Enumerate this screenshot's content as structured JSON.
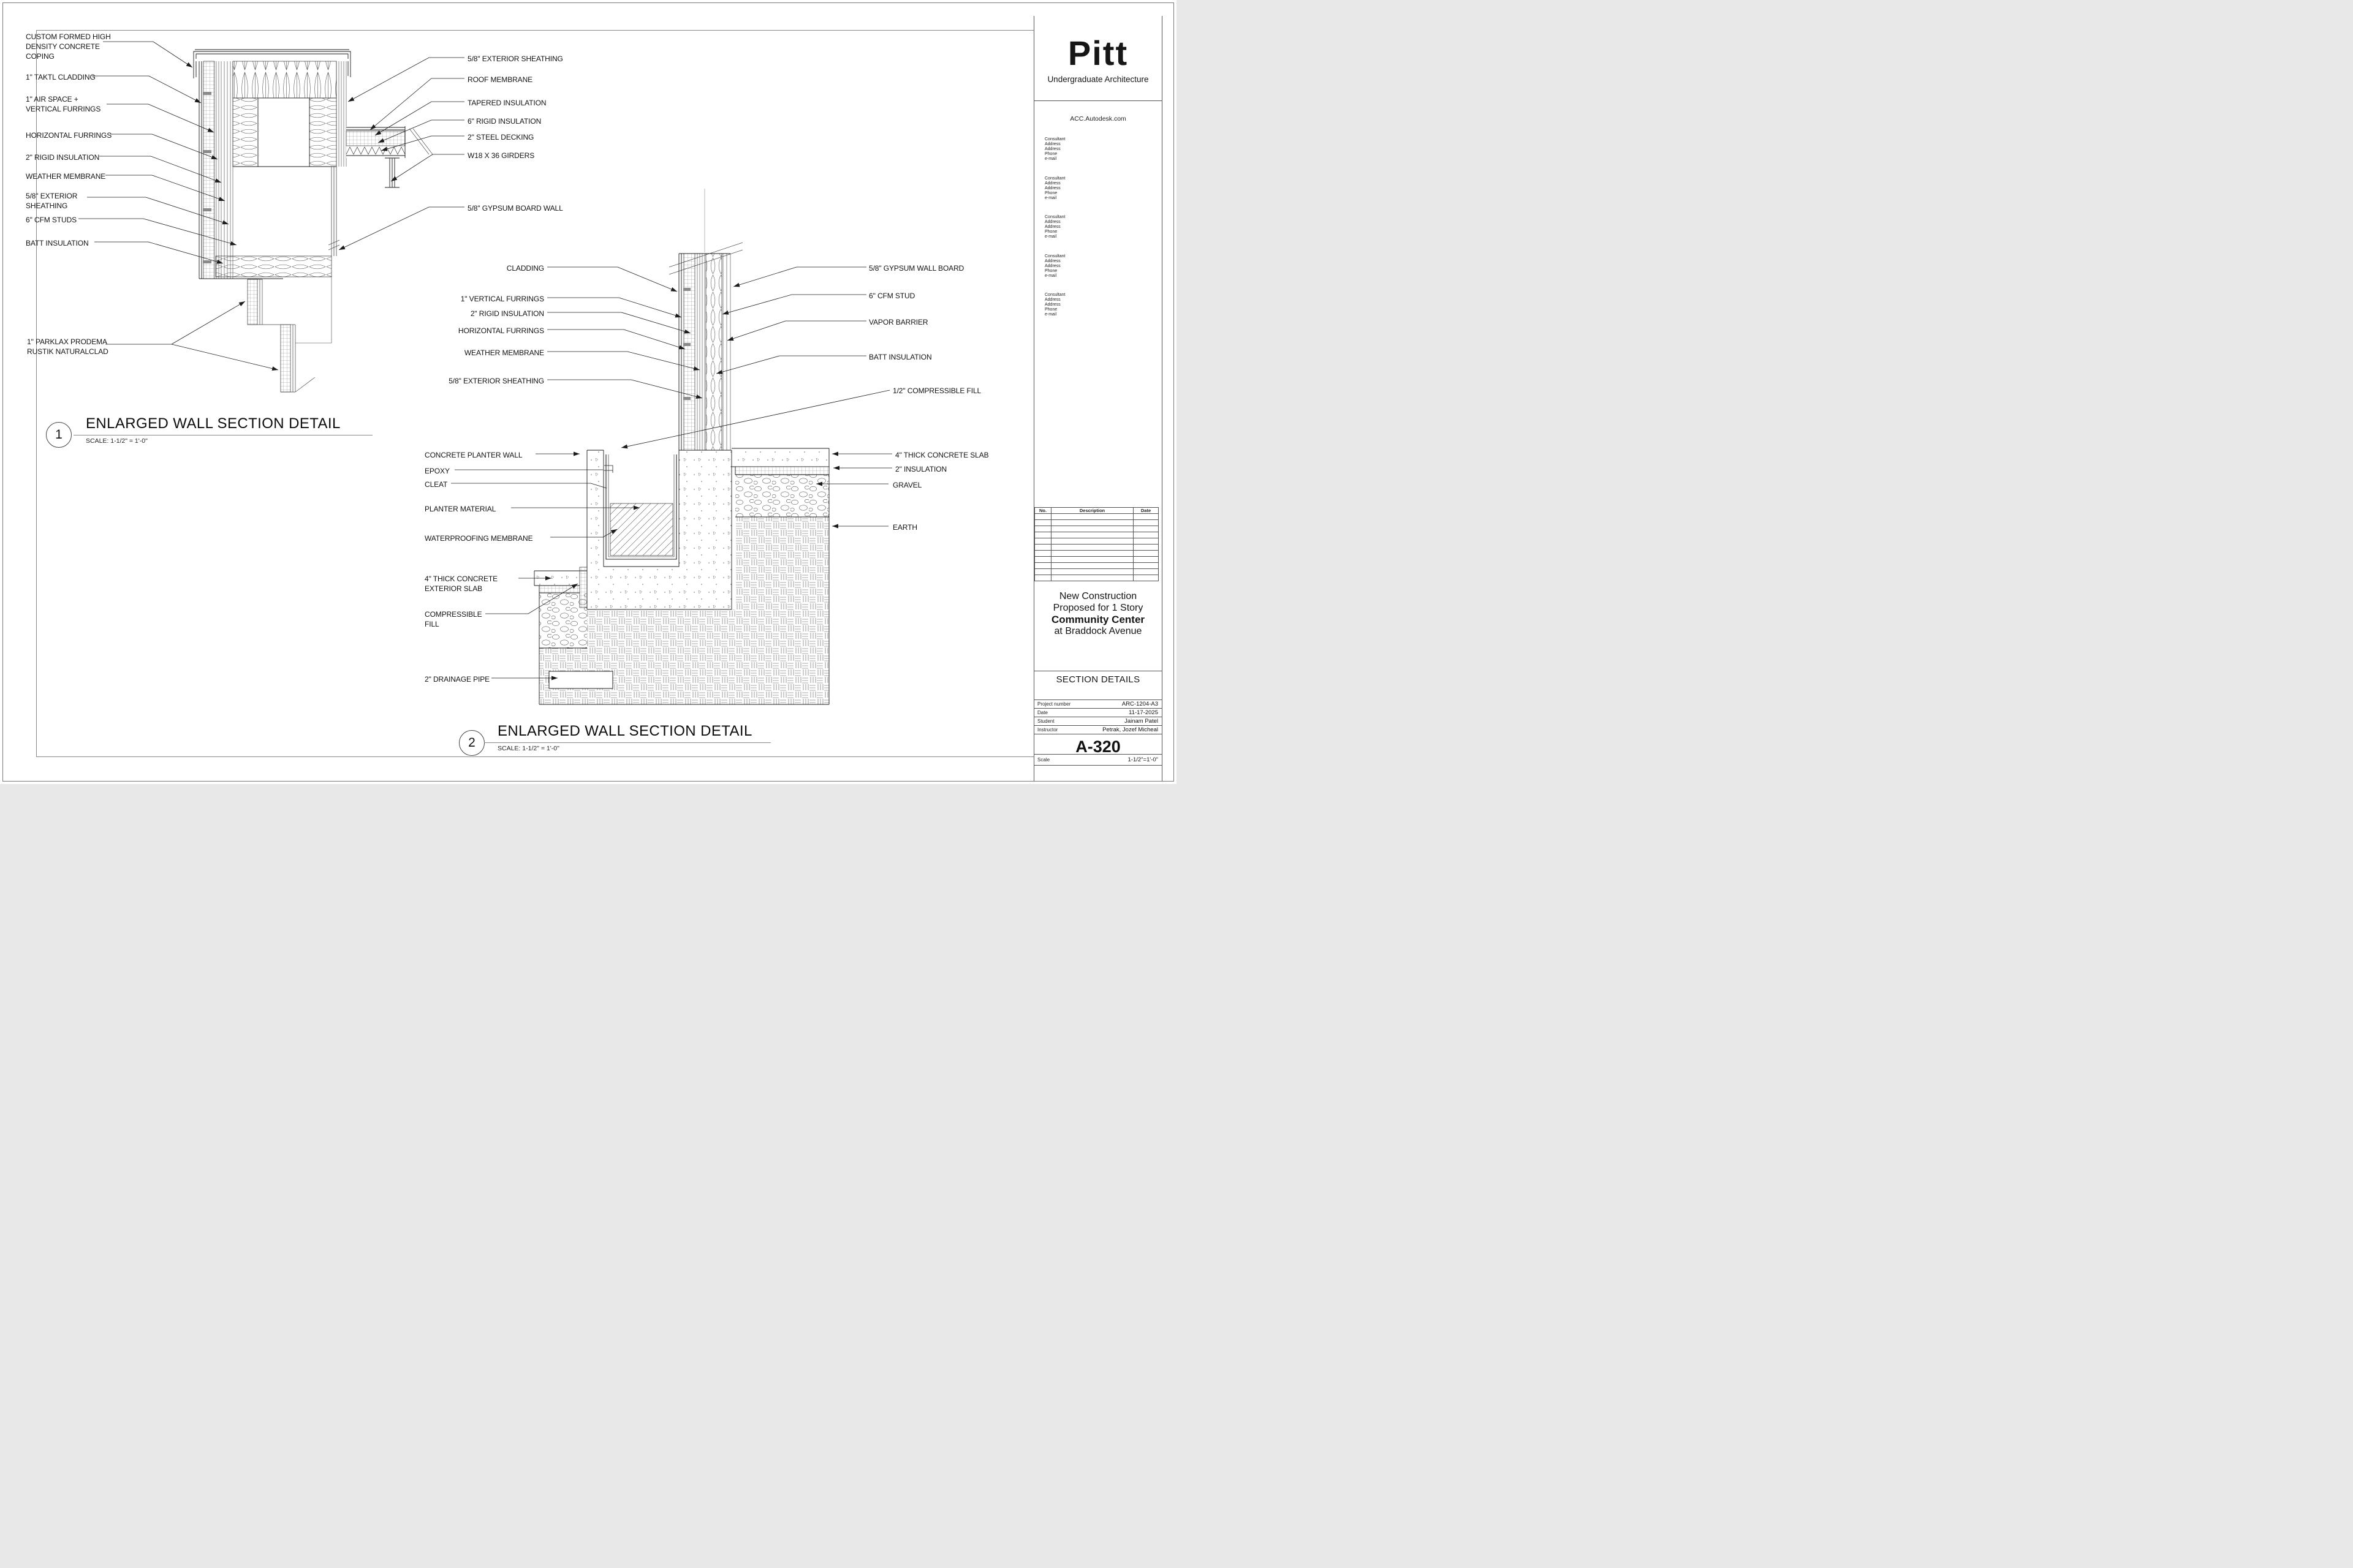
{
  "sheet": {
    "discipline": "architectural-section-details"
  },
  "detail1": {
    "number": "1",
    "title": "ENLARGED WALL SECTION DETAIL",
    "scale": "SCALE: 1-1/2\" = 1'-0\"",
    "labels_left": [
      "CUSTOM FORMED HIGH\nDENSITY CONCRETE\nCOPING",
      "1\" TAKTL CLADDING",
      "1\" AIR SPACE +\nVERTICAL FURRINGS",
      "HORIZONTAL FURRINGS",
      "2\" RIGID INSULATION",
      "WEATHER MEMBRANE",
      "5/8\" EXTERIOR\nSHEATHING",
      "6\" CFM STUDS",
      "BATT INSULATION",
      "1\" PARKLAX PRODEMA\nRUSTIK NATURALCLAD"
    ],
    "labels_right": [
      "5/8\" EXTERIOR SHEATHING",
      "ROOF MEMBRANE",
      "TAPERED INSULATION",
      "6\" RIGID INSULATION",
      "2\" STEEL DECKING",
      "W18 X 36 GIRDERS",
      "5/8\" GYPSUM BOARD WALL"
    ]
  },
  "detail2": {
    "number": "2",
    "title": "ENLARGED WALL SECTION DETAIL",
    "scale": "SCALE: 1-1/2\" = 1'-0\"",
    "labels_left_upper": [
      "CLADDING",
      "1\" VERTICAL FURRINGS",
      "2\" RIGID INSULATION",
      "HORIZONTAL FURRINGS",
      "WEATHER MEMBRANE",
      "5/8\" EXTERIOR SHEATHING"
    ],
    "labels_left_lower": [
      "CONCRETE PLANTER WALL",
      "EPOXY",
      "CLEAT",
      "PLANTER MATERIAL",
      "WATERPROOFING MEMBRANE",
      "4\" THICK CONCRETE\nEXTERIOR SLAB",
      "COMPRESSIBLE\nFILL",
      "2\" DRAINAGE PIPE"
    ],
    "labels_right": [
      "5/8\" GYPSUM WALL BOARD",
      "6\" CFM STUD",
      "VAPOR BARRIER",
      "BATT INSULATION",
      "1/2\" COMPRESSIBLE FILL",
      "4\" THICK CONCRETE SLAB",
      "2\" INSULATION",
      "GRAVEL",
      "EARTH"
    ]
  },
  "titleblock": {
    "logo": "Pitt",
    "subtitle": "Undergraduate Architecture",
    "website": "ACC.Autodesk.com",
    "consultant_block": "Consultant\nAddress\nAddress\nPhone\ne-mail",
    "revision": {
      "headers": [
        "No.",
        "Description",
        "Date"
      ]
    },
    "project_title": {
      "line1": "New Construction",
      "line2": "Proposed for 1 Story",
      "line3": "Community Center",
      "line4": "at Braddock Avenue"
    },
    "sheet_title": "SECTION DETAILS",
    "fields": [
      {
        "label": "Project number",
        "value": "ARC-1204-A3"
      },
      {
        "label": "Date",
        "value": "11-17-2025"
      },
      {
        "label": "Student",
        "value": "Jainam Patel"
      },
      {
        "label": "Instructor",
        "value": "Petrak, Jozef Micheal"
      }
    ],
    "sheet_number": "A-320",
    "scale_field": {
      "label": "Scale",
      "value": "1-1/2\"=1'-0\""
    }
  }
}
